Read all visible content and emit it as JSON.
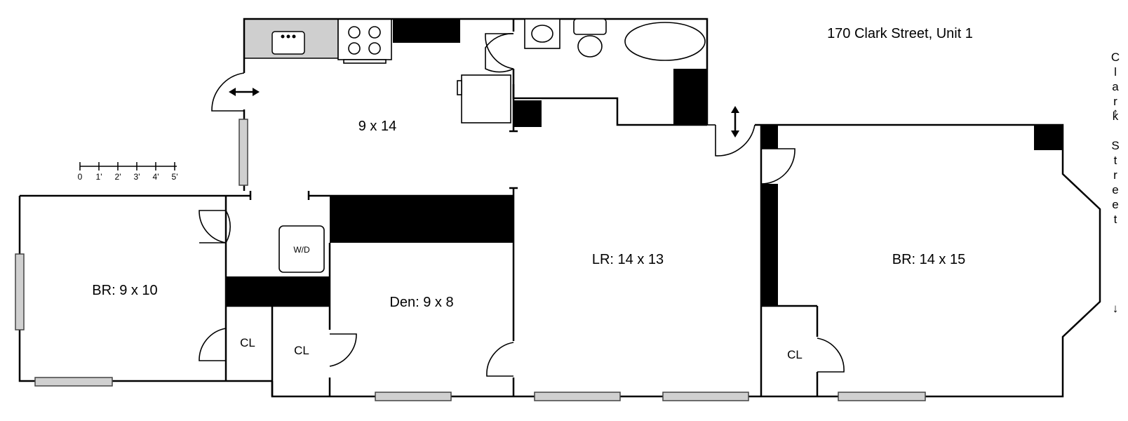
{
  "title": "170 Clark Street, Unit 1",
  "street": "Clark Street",
  "street_arrow_up": "↑",
  "street_arrow_down": "↓",
  "rooms": {
    "kitchen": "9 x 14",
    "br_left": "BR: 9 x 10",
    "den": "Den: 9 x 8",
    "lr": "LR: 14 x 13",
    "br_right": "BR: 14 x 15",
    "cl1": "CL",
    "cl2": "CL",
    "cl3": "CL",
    "wd": "W/D"
  },
  "scale": {
    "ticks": [
      "0",
      "1'",
      "2'",
      "3'",
      "4'",
      "5'"
    ]
  }
}
